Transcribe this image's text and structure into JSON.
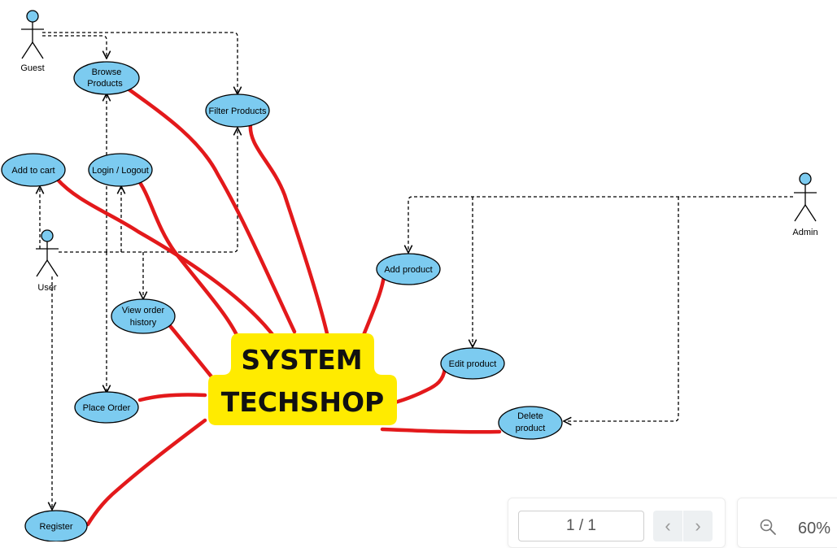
{
  "diagram": {
    "system_label_line1": "SYSTEM",
    "system_label_line2": "TECHSHOP",
    "actors": {
      "guest": "Guest",
      "user": "User",
      "admin": "Admin"
    },
    "use_cases": {
      "browse_products_line1": "Browse",
      "browse_products_line2": "Products",
      "filter_products": "Filter Products",
      "add_to_cart": "Add to cart",
      "login_logout": "Login / Logout",
      "view_order_history_line1": "View order",
      "view_order_history_line2": "history",
      "place_order": "Place Order",
      "register": "Register",
      "add_product": "Add product",
      "edit_product": "Edit product",
      "delete_product_line1": "Delete",
      "delete_product_line2": "product"
    },
    "colors": {
      "use_case_fill": "#7ccbf0",
      "system_fill": "#ffeb00",
      "annotation_stroke": "#e3191b"
    }
  },
  "viewer": {
    "page_indicator": "1 / 1",
    "zoom_level": "60%",
    "icons": [
      "chevron-left-icon",
      "chevron-right-icon",
      "zoom-out-icon"
    ]
  }
}
